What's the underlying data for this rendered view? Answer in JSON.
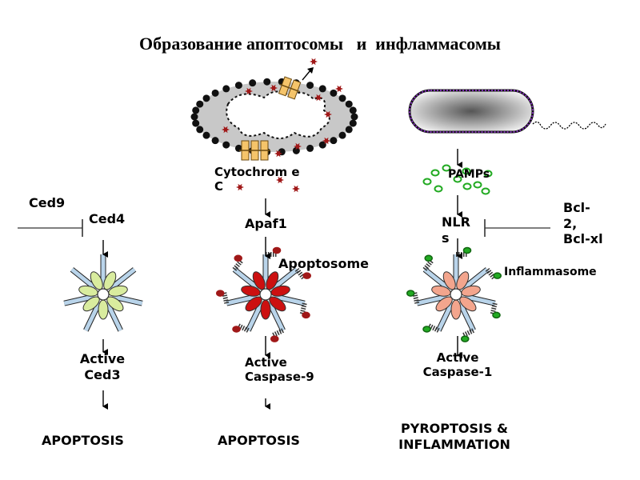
{
  "title": "Образование апоптосомы   и  инфламмасомы",
  "labels": {
    "ced9": "Ced9",
    "ced4": "Ced4",
    "active_ced3": "Active Ced3",
    "apoptosis_left": "APOPTOSIS",
    "cytochrome_c": "Cytochrom e C",
    "apaf1": "Apaf1",
    "apoptosome": "Apoptosome",
    "active_caspase9": "Active Caspase-9",
    "apoptosis_mid": "APOPTOSIS",
    "pamps": "PAMPs",
    "nlrs": "NLR s",
    "bcl": "Bcl-2, Bcl-xl",
    "inflammasome": "Inflammasome",
    "active_caspase1": "Active Caspase-1",
    "pyroptosis": "PYROPTOSIS & INFLAMMATION"
  },
  "colors": {
    "mito_body": "#c8c8c8",
    "mito_dots": "#111111",
    "cytc": "#a01818",
    "channel": "#f5c46a",
    "bacterium_border": "#8b2fc9",
    "pamp": "#22aa22",
    "ced_petals": "#d9ec9e",
    "apaf_petals": "#cc1010",
    "nlr_petals": "#f3a58d",
    "spokes": "#b9d4ea"
  }
}
